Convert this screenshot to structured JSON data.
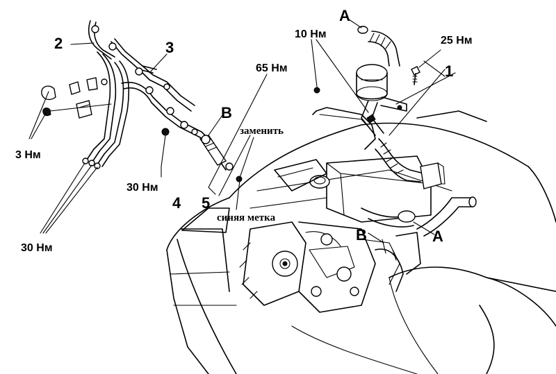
{
  "callouts": {
    "num_1": "1",
    "num_2": "2",
    "num_3": "3",
    "num_4": "4",
    "num_5": "5",
    "letter_a_top": "A",
    "letter_a_right": "A",
    "letter_b_injector": "B",
    "letter_b_engine": "B"
  },
  "torques": {
    "t_10": "10 Нм",
    "t_25": "25 Нм",
    "t_65": "65 Нм",
    "t_30_mid": "30 Нм",
    "t_30_bottom": "30 Нм",
    "t_3": "3 Нм"
  },
  "notes": {
    "replace": "заменить",
    "blue_mark": "синяя метка"
  }
}
